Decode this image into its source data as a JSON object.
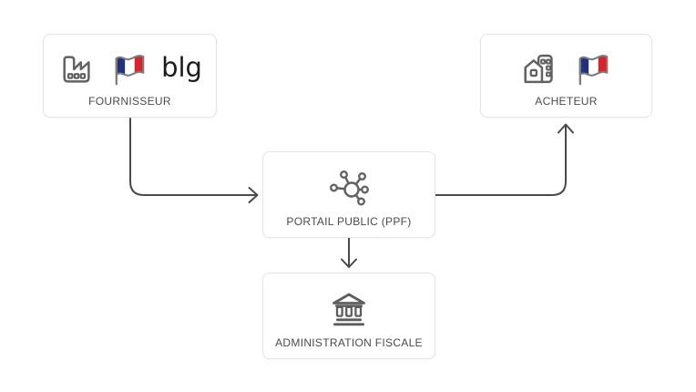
{
  "diagram": {
    "nodes": [
      {
        "label": "FOURNISSEUR",
        "icons": [
          "factory-icon",
          "france-flag-icon"
        ],
        "logo_text": "blg"
      },
      {
        "label": "ACHETEUR",
        "icons": [
          "buildings-icon",
          "france-flag-icon"
        ]
      },
      {
        "label": "PORTAIL PUBLIC (PPF)",
        "icons": [
          "network-hub-icon"
        ]
      },
      {
        "label": "ADMINISTRATION FISCALE",
        "icons": [
          "bank-icon"
        ]
      }
    ],
    "edges": [
      {
        "from": "FOURNISSEUR",
        "to": "PORTAIL PUBLIC (PPF)"
      },
      {
        "from": "PORTAIL PUBLIC (PPF)",
        "to": "ACHETEUR"
      },
      {
        "from": "PORTAIL PUBLIC (PPF)",
        "to": "ADMINISTRATION FISCALE"
      }
    ],
    "colors": {
      "arrow": "#4a4a4a",
      "box_border": "#e4e4e4",
      "box_background": "#ffffff",
      "icon": "#616161",
      "label": "#4a4a4a",
      "flag_blue": "#23307f",
      "flag_white": "#ffffff",
      "flag_red": "#d8232a",
      "logo": "#1b1b1b"
    }
  }
}
